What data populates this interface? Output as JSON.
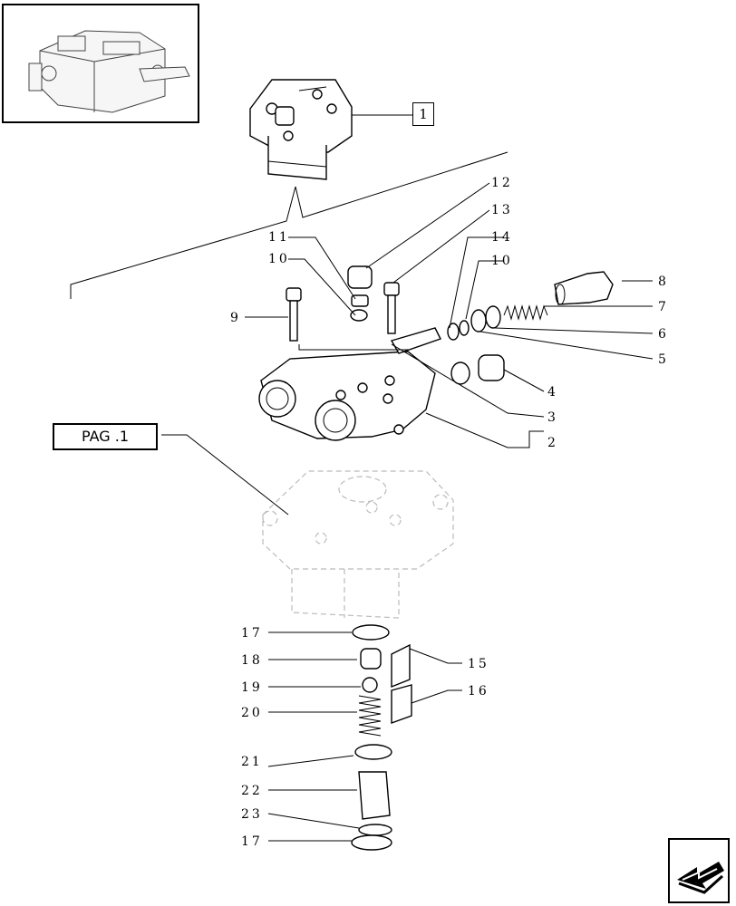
{
  "reference": {
    "page_label": "PAG .1",
    "assembly_callout": "1"
  },
  "parts": [
    {
      "id": "part-2",
      "label": "2"
    },
    {
      "id": "part-3",
      "label": "3"
    },
    {
      "id": "part-4",
      "label": "4"
    },
    {
      "id": "part-5",
      "label": "5"
    },
    {
      "id": "part-6",
      "label": "6"
    },
    {
      "id": "part-7",
      "label": "7"
    },
    {
      "id": "part-8",
      "label": "8"
    },
    {
      "id": "part-9",
      "label": "9"
    },
    {
      "id": "part-10a",
      "label": "10"
    },
    {
      "id": "part-10b",
      "label": "10"
    },
    {
      "id": "part-11",
      "label": "11"
    },
    {
      "id": "part-12",
      "label": "12"
    },
    {
      "id": "part-13",
      "label": "13"
    },
    {
      "id": "part-14",
      "label": "14"
    },
    {
      "id": "part-15",
      "label": "15"
    },
    {
      "id": "part-16",
      "label": "16"
    },
    {
      "id": "part-17a",
      "label": "17"
    },
    {
      "id": "part-18",
      "label": "18"
    },
    {
      "id": "part-19",
      "label": "19"
    },
    {
      "id": "part-20",
      "label": "20"
    },
    {
      "id": "part-21",
      "label": "21"
    },
    {
      "id": "part-22",
      "label": "22"
    },
    {
      "id": "part-23",
      "label": "23"
    },
    {
      "id": "part-17b",
      "label": "17"
    }
  ],
  "icons": {
    "thumbnail": "assembly-thumbnail-icon",
    "nav": "back-arrow-icon"
  }
}
